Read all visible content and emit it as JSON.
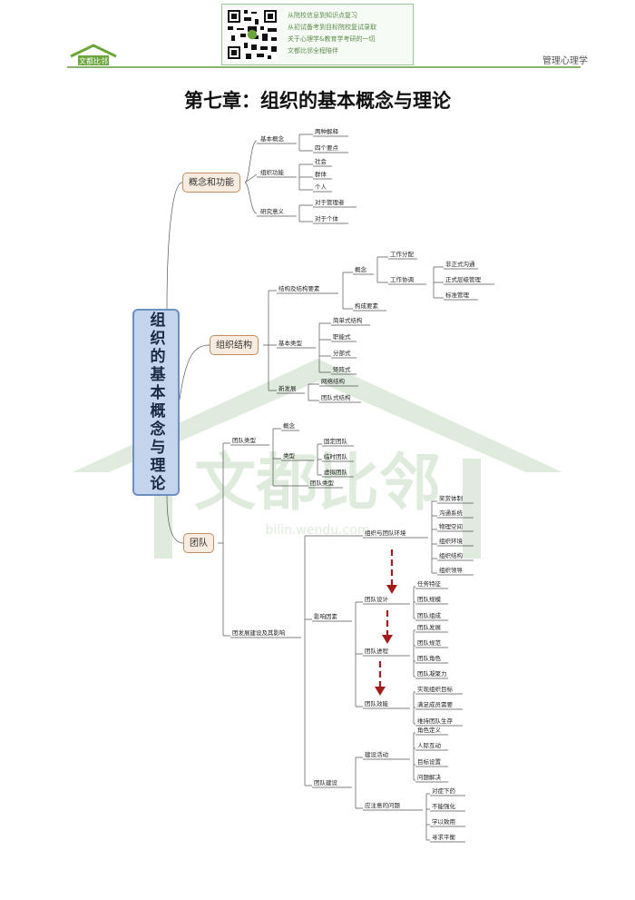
{
  "header": {
    "logo_text": "文都比邻",
    "qr_lines": [
      "从院校信息到知识点复习",
      "从初试备考到目标院校复试录取",
      "关于心理学&教育学考研的一切",
      "文都比邻全程陪伴"
    ],
    "brand_label": "管理心理学",
    "colors": {
      "accent": "#8ab06b",
      "root_fill": "#c3d4ec",
      "root_border": "#6d8fc2",
      "branch_border": "#bd8f63",
      "arrow": "#a31d1d"
    }
  },
  "title": "第七章：组织的基本概念与理论",
  "watermark": {
    "brand": "文都比邻",
    "url": "bilin.wendu.com"
  },
  "mindmap": {
    "root": "组织的基本概念与理论",
    "b1": "概念和功能",
    "b1_items": [
      "基本概念",
      "两种解释",
      "四个要点",
      "组织功能",
      "社会",
      "群体",
      "个人",
      "研究意义",
      "对于管理者",
      "对于个体"
    ],
    "b2": "组织结构",
    "b2_items": [
      "结构及结构要素",
      "概念",
      "工作分配",
      "工作协调",
      "非正式沟通",
      "正式层级管理",
      "标准管理",
      "构成要素",
      "基本类型",
      "简单式结构",
      "职能式",
      "分部式",
      "矩阵式",
      "新发展",
      "网络结构",
      "团队式结构"
    ],
    "b3": "团队",
    "b3_items": [
      "团队类型",
      "概念",
      "类型",
      "固定团队",
      "临时团队",
      "虚拟团队",
      "团队类型",
      "团发展建设及其影响",
      "组织与团队环境",
      "奖赏体制",
      "沟通系统",
      "物理空间",
      "组织环境",
      "组织结构",
      "组织领导",
      "影响因素",
      "团队设计",
      "任务特征",
      "团队规模",
      "团队组成",
      "团队进程",
      "团队发展",
      "团队规范",
      "团队角色",
      "团队凝聚力",
      "团队效能",
      "实现组织目标",
      "满足成员需要",
      "维持团队生存",
      "团队建设",
      "建设活动",
      "角色定义",
      "人际互动",
      "目标设置",
      "问题解决",
      "应注意的问题",
      "对症下药",
      "不能强化",
      "学以致用",
      "寻求平衡"
    ]
  }
}
